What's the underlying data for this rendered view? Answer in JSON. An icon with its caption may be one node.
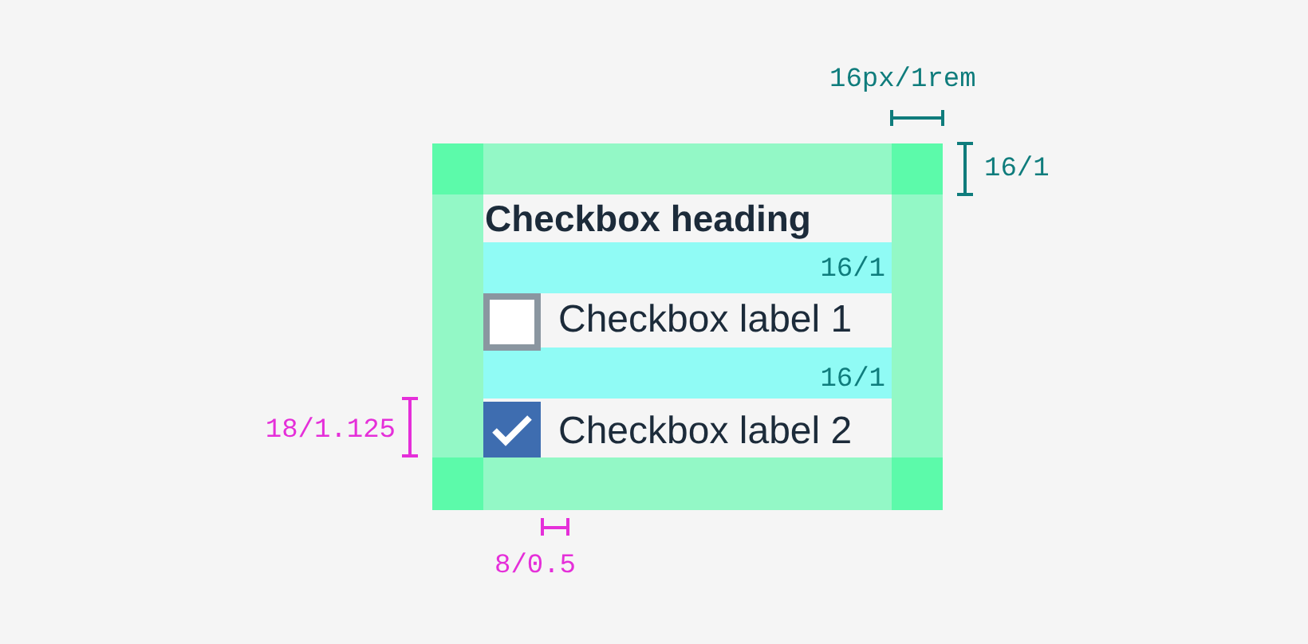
{
  "diagram": {
    "labels": [
      "16px/1rem",
      "16/1",
      "Checkbox heading",
      "16/1",
      "Checkbox label 1",
      "16/1",
      "18/1.125",
      "Checkbox label 2",
      "8/0.5"
    ]
  }
}
